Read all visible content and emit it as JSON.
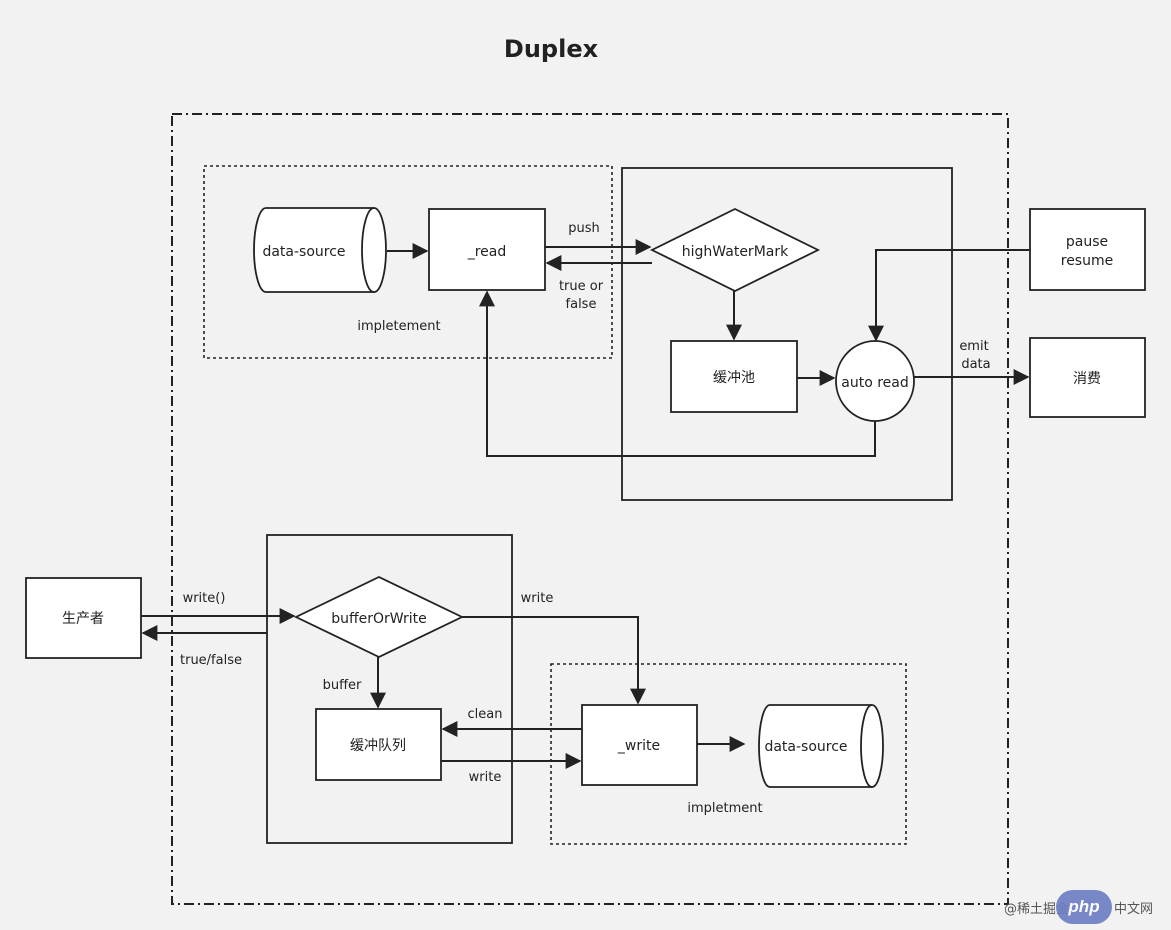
{
  "title": "Duplex",
  "nodes": {
    "read_data_source": "data-source",
    "read_fn": "_read",
    "high_water_mark": "highWaterMark",
    "buffer_pool": "缓冲池",
    "auto_read": "auto read",
    "pause_resume": [
      "pause",
      "resume"
    ],
    "consume": "消费",
    "producer": "生产者",
    "buffer_or_write": "bufferOrWrite",
    "buffer_queue": "缓冲队列",
    "write_fn": "_write",
    "write_data_source": "data-source"
  },
  "labels": {
    "push": "push",
    "true_or_false": [
      "true or",
      "false"
    ],
    "impletement": "impletement",
    "emit_data": [
      "emit",
      "data"
    ],
    "write_call": "write()",
    "true_false": "true/false",
    "write_top": "write",
    "buffer": "buffer",
    "clean": "clean",
    "write_bottom": "write",
    "impletment": "impletment"
  },
  "watermark": {
    "text_left": "@稀土掘金",
    "badge": "php",
    "text_right": "中文网"
  }
}
